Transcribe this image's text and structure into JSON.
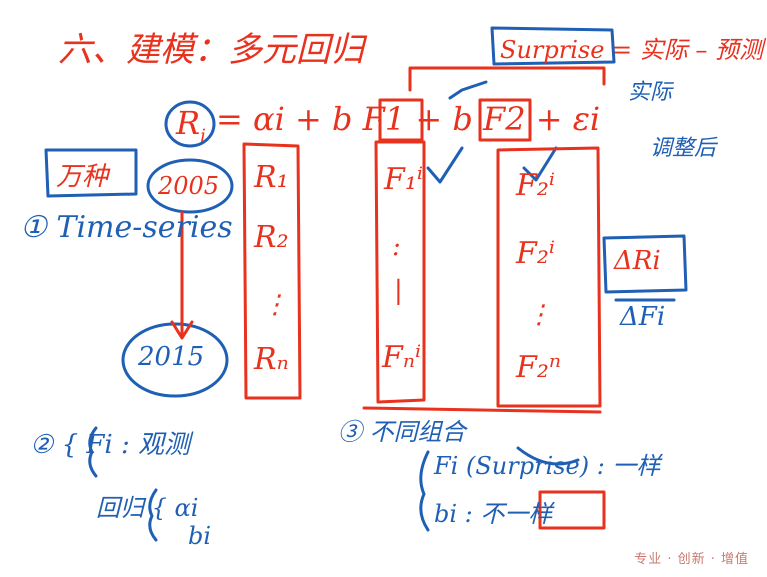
{
  "board": {
    "title": "六、建模：多元回归",
    "surprise": "Surprise = 实际 – 预测",
    "actual_note": "实际",
    "adj_note": "调整后",
    "equation": {
      "lhs": "R",
      "lhs_sub": "i",
      "rhs": "= αi + b F1 + b F2 + εi"
    },
    "wanzhong": "万种",
    "year_start": "2005",
    "year_end": "2015",
    "step1": "① Time-series",
    "col1": [
      "R₁",
      "R₂",
      "⋮",
      "Rₙ"
    ],
    "col2": [
      "F₁ⁱ",
      ":",
      "|",
      "Fₙⁱ"
    ],
    "col3": [
      "F₂ⁱ",
      "F₂ⁱ",
      "⋮",
      "F₂ⁿ"
    ],
    "delta_r": "ΔRi",
    "delta_f": "ΔFi",
    "step2": "② { Fi : 观测",
    "regress": "回归 { αi",
    "regress_b": "bi",
    "step3": "③ 不同组合",
    "brace3_a": "Fi (Surprise) : 一样",
    "brace3_b": "bi : 不一样"
  },
  "footer": {
    "watermark": "专业 · 创新 · 增值"
  },
  "colors": {
    "red": "#e8321e",
    "blue": "#1f5fb4"
  }
}
